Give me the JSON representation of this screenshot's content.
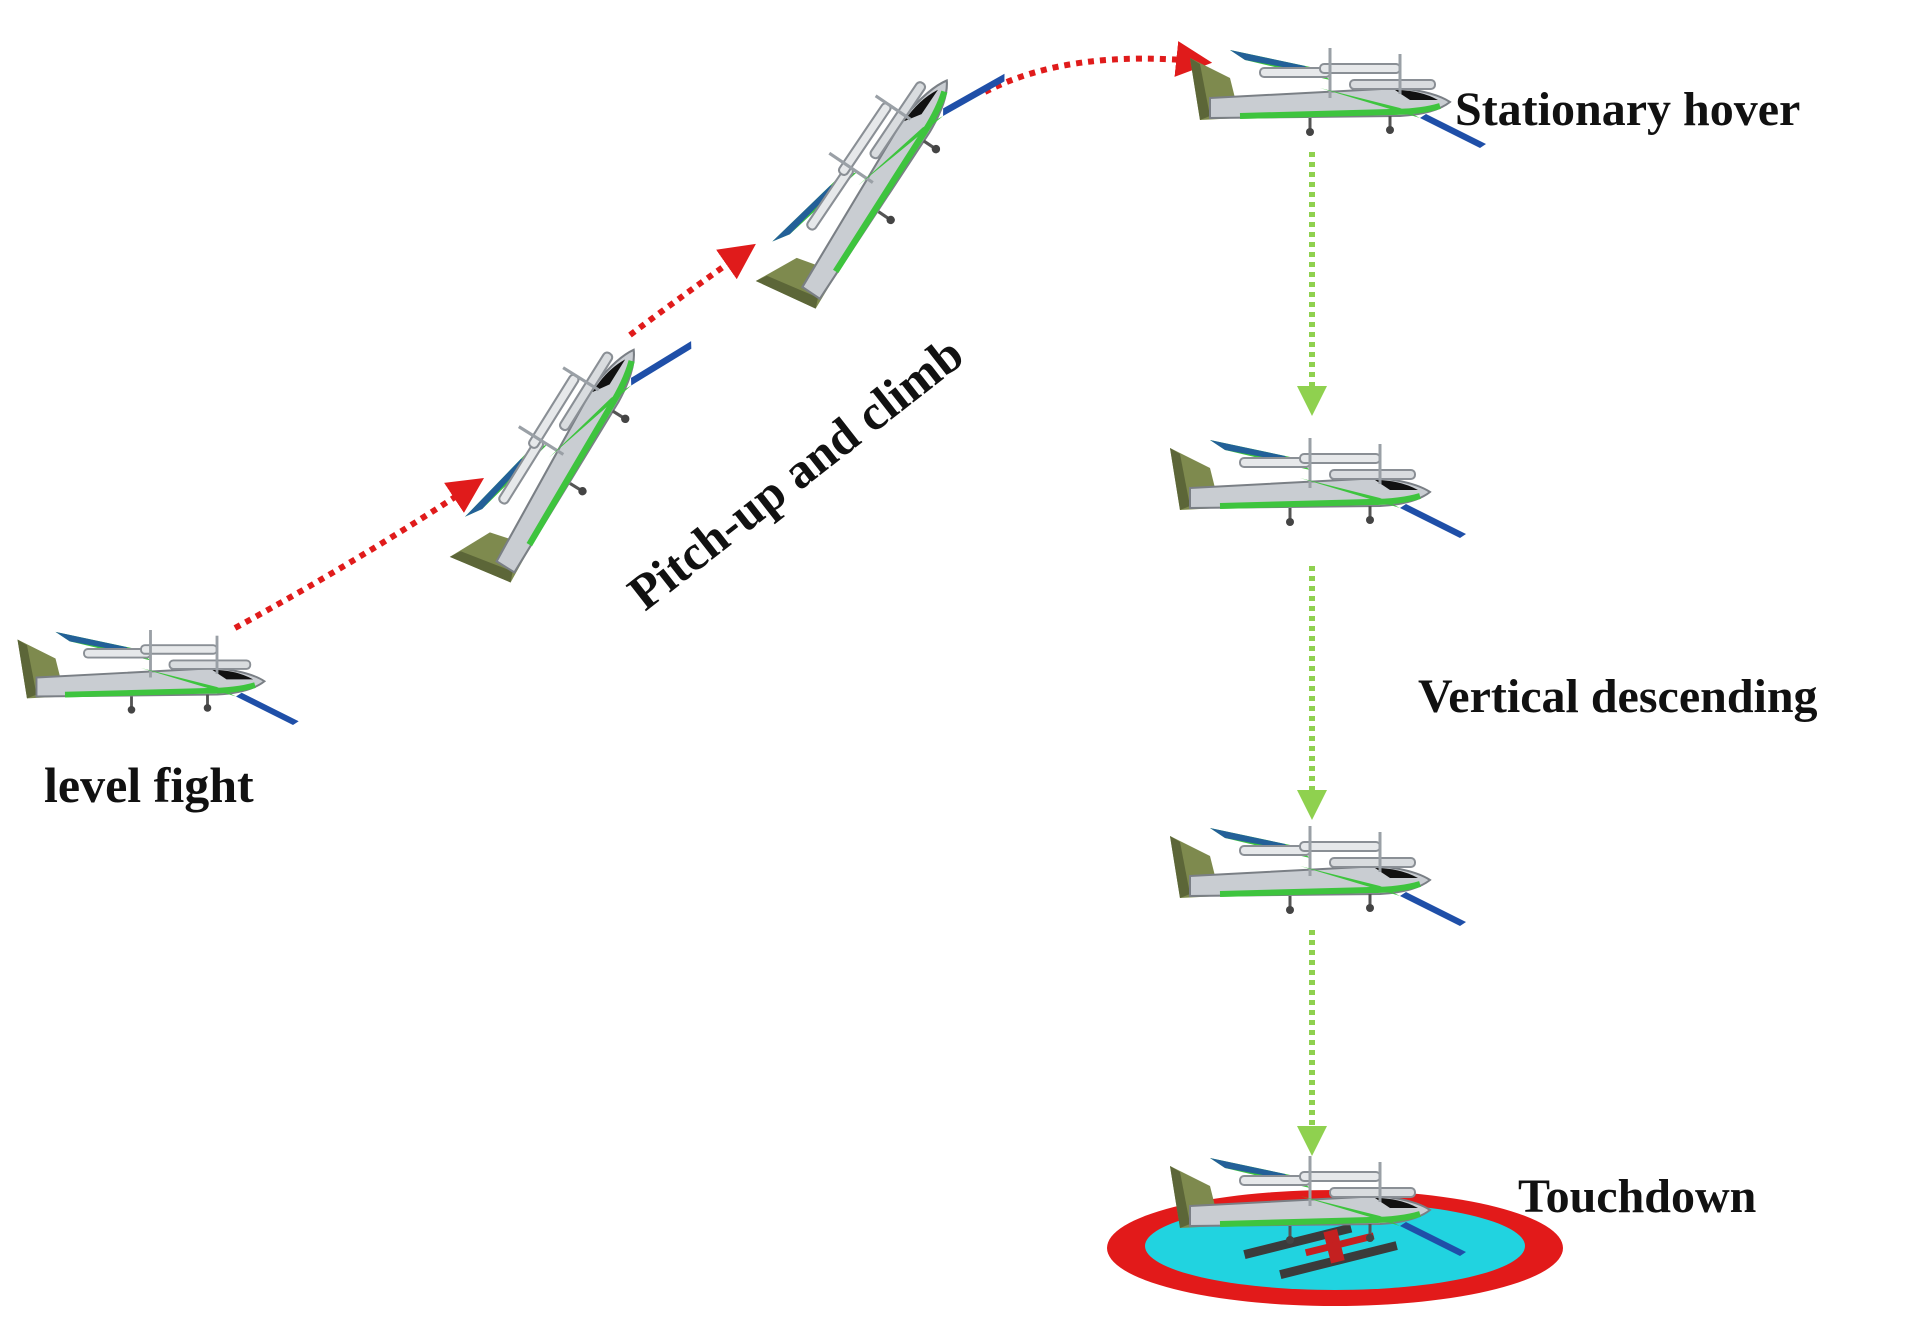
{
  "labels": {
    "level_flight": "level fight",
    "pitch_up": "Pitch-up and climb",
    "stationary_hover": "Stationary hover",
    "vertical_descending": "Vertical descending",
    "touchdown": "Touchdown"
  },
  "colors": {
    "transition_arrow": "#e01b1b",
    "descent_arrow": "#8fd14f",
    "wing_green": "#3ec43e",
    "wing_blue": "#1f4fa8",
    "tail_olive": "#7e8a4e",
    "body_gray": "#c9cdd2",
    "pad_outer": "#e21a1a",
    "pad_inner": "#21d3e0",
    "pad_marking": "#3b3b3b"
  },
  "icons": {
    "aircraft": "tilt-wing-vtol-aircraft-icon",
    "landing_pad": "helipad-icon"
  }
}
